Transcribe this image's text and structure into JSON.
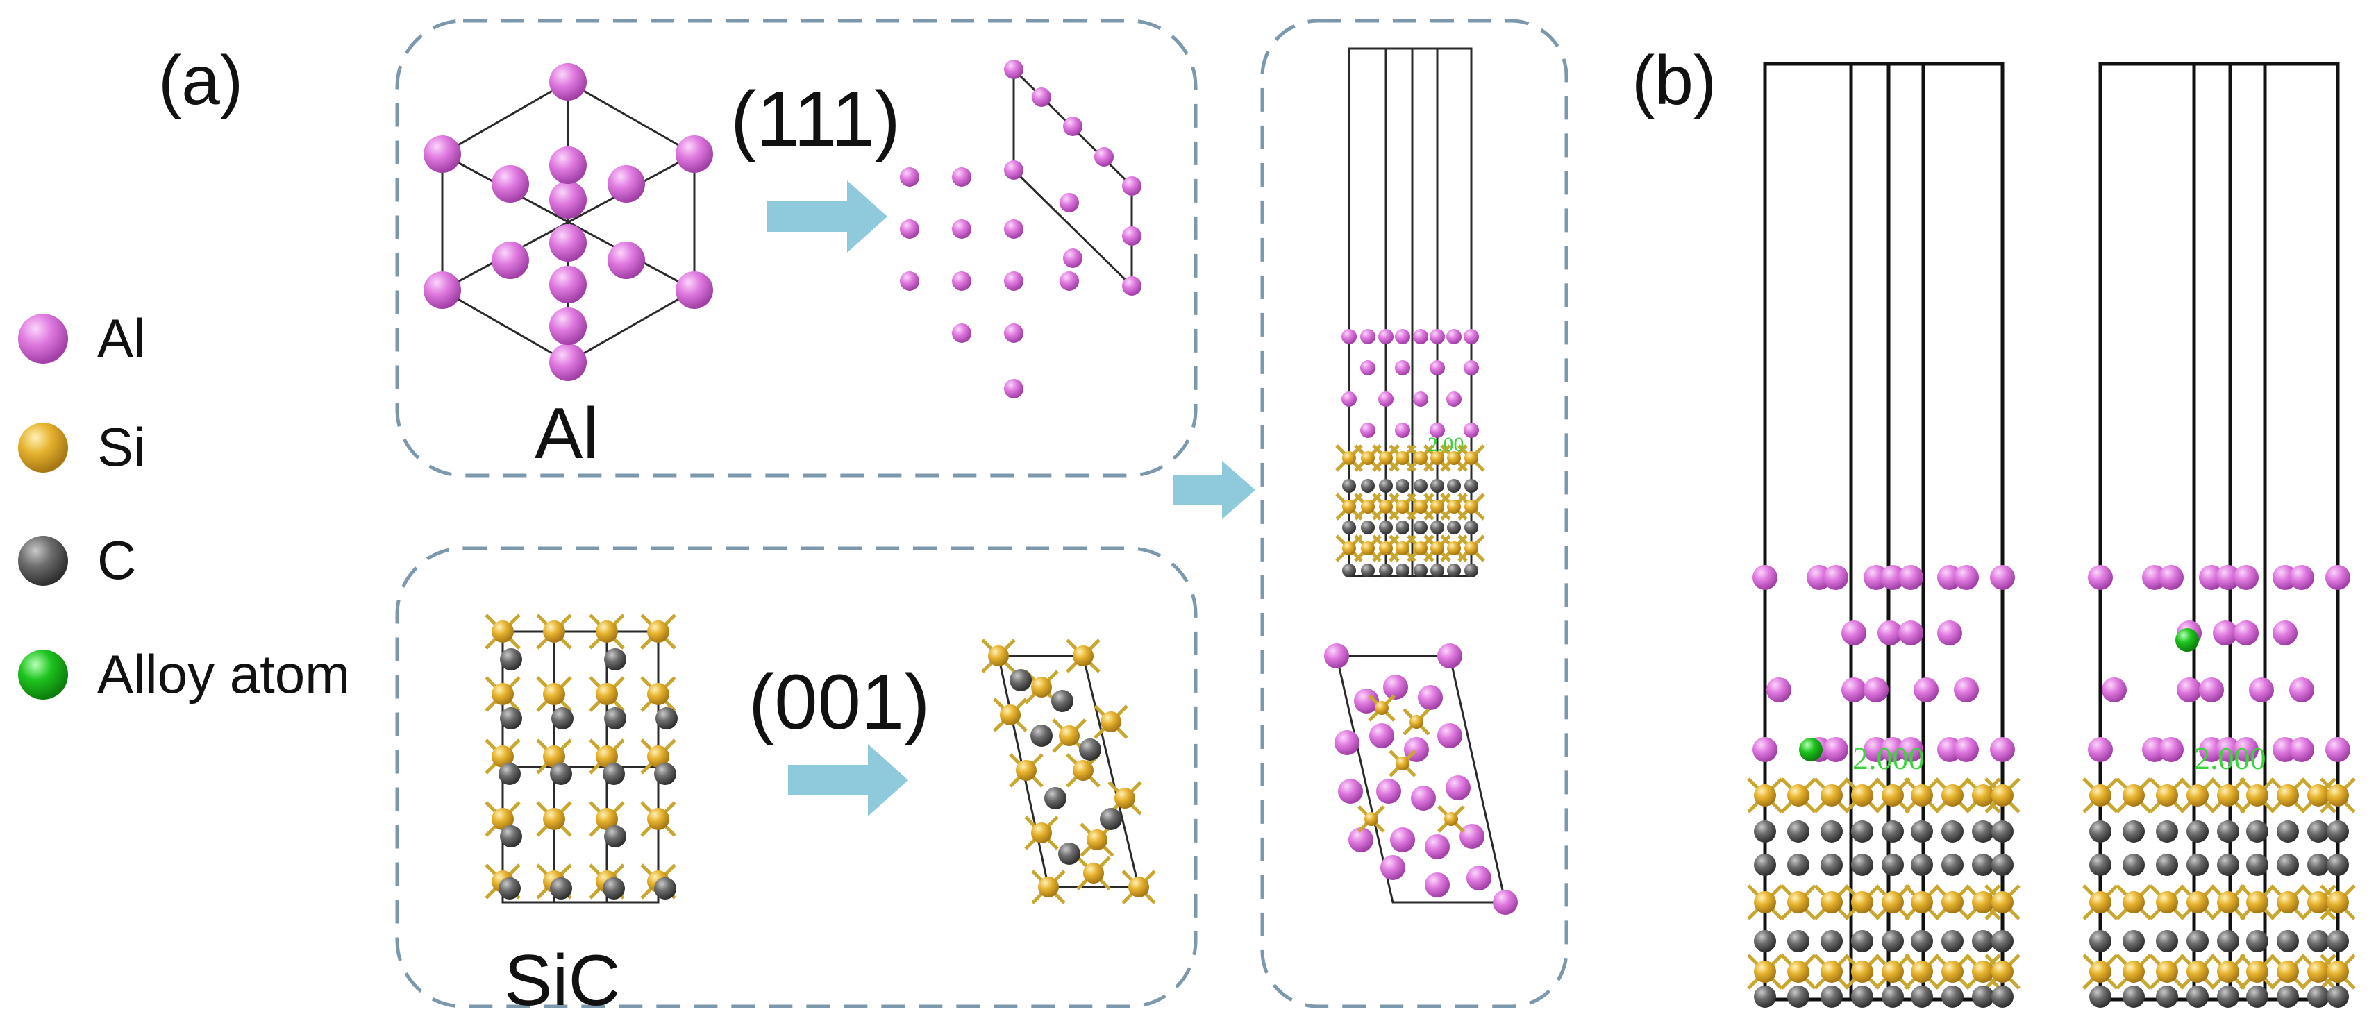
{
  "labels": {
    "panel_a": "(a)",
    "panel_b": "(b)",
    "al_caption": "Al",
    "sic_caption": "SiC",
    "al_plane": "(111)",
    "sic_plane": "(001)",
    "distance_1": "2.000",
    "distance_2": "2.000"
  },
  "legend": [
    {
      "label": "Al",
      "color": "#e07ae0"
    },
    {
      "label": "Si",
      "color": "#e6b32e"
    },
    {
      "label": "C",
      "color": "#6e6e6e"
    },
    {
      "label": "Alloy atom",
      "color": "#1ec41e"
    }
  ],
  "colors": {
    "al": "#e07ae0",
    "si": "#e6b32e",
    "c": "#6e6e6e",
    "alloy": "#1ec41e",
    "arrow": "#8fc9dc",
    "dash_light": "#a9cfe6",
    "dash_dark": "#7c98ad",
    "label_green": "#39d639"
  }
}
